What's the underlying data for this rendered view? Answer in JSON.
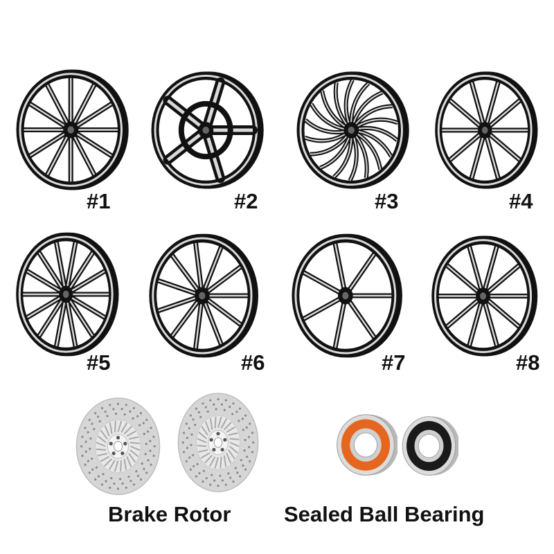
{
  "wheels": [
    {
      "label": "#1"
    },
    {
      "label": "#2"
    },
    {
      "label": "#3"
    },
    {
      "label": "#4"
    },
    {
      "label": "#5"
    },
    {
      "label": "#6"
    },
    {
      "label": "#7"
    },
    {
      "label": "#8"
    }
  ],
  "captions": {
    "rotor": "Brake Rotor",
    "bearing": "Sealed Ball Bearing"
  },
  "colors": {
    "rim": "#111111",
    "chrome": "#d9d9d9",
    "background": "#ffffff",
    "bearing_seal_orange": "#e5671f",
    "bearing_seal_black": "#1a1a1a",
    "rotor_steel": "#d6d6d6"
  }
}
